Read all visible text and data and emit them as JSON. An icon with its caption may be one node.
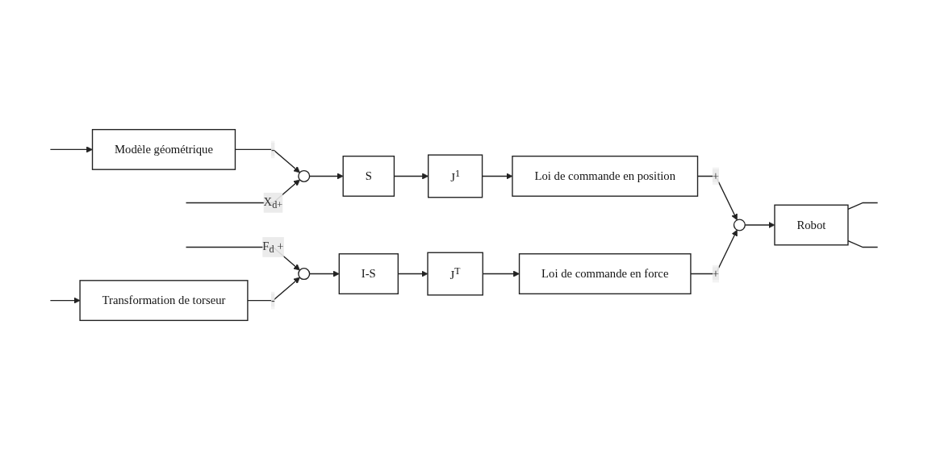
{
  "diagram": {
    "nodes": [
      {
        "text": [
          "Modèle géométrique"
        ]
      },
      {
        "text": [],
        "shape": "circle"
      },
      {
        "text": [
          "S"
        ]
      },
      {
        "text": [
          "J$^{1}$"
        ]
      },
      {
        "text": [
          "Loi de commande en position"
        ]
      },
      {
        "text": [],
        "shape": "circle"
      },
      {
        "text": [
          "Robot"
        ]
      },
      {
        "text": [],
        "shape": "circle"
      },
      {
        "text": [
          "I-S"
        ]
      },
      {
        "text": [
          "J$^{T}$"
        ]
      },
      {
        "text": [
          "Loi de commande en force"
        ]
      },
      {
        "text": [
          "Transformation de torseur"
        ]
      }
    ],
    "edges": [
      {
        "from": null,
        "to": 0,
        "arrow": "to"
      },
      {
        "from": 0,
        "to": 1,
        "arrow": "to",
        "label": "-"
      },
      {
        "from": null,
        "to": 1,
        "arrow": "to",
        "label": "X$_{d+}$"
      },
      {
        "from": 1,
        "to": 2,
        "arrow": "to"
      },
      {
        "from": 2,
        "to": 3,
        "arrow": "to"
      },
      {
        "from": 3,
        "to": 4,
        "arrow": "to"
      },
      {
        "from": 4,
        "to": 5,
        "arrow": "to",
        "label": "+"
      },
      {
        "from": 5,
        "to": 6,
        "arrow": "to"
      },
      {
        "from": 6,
        "to": null,
        "arrow": "none"
      },
      {
        "from": 6,
        "to": null,
        "arrow": "none"
      },
      {
        "from": null,
        "to": 7,
        "arrow": "to",
        "label": "F$_{d}$ +"
      },
      {
        "from": 7,
        "to": 8,
        "arrow": "to"
      },
      {
        "from": 8,
        "to": 9,
        "arrow": "to"
      },
      {
        "from": 9,
        "to": 10,
        "arrow": "to"
      },
      {
        "from": 10,
        "to": 5,
        "arrow": "to",
        "label": "+"
      },
      {
        "from": null,
        "to": 11,
        "arrow": "to"
      },
      {
        "from": 11,
        "to": 7,
        "arrow": "to",
        "label": "-"
      }
    ]
  }
}
